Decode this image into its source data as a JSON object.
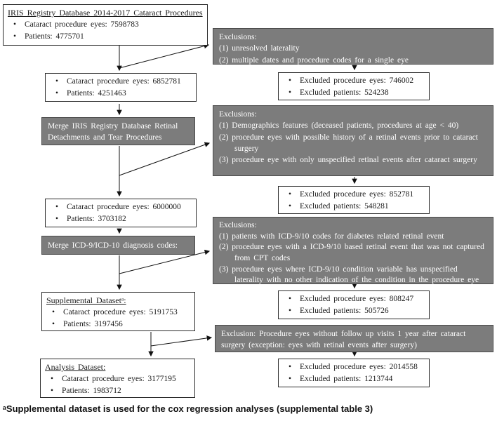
{
  "colors": {
    "gray_box_fill": "#7c7c7c",
    "gray_box_text": "#ffffff",
    "line_color": "#111111",
    "white_box_border": "#2b2b2b"
  },
  "flow": {
    "step1": {
      "title": "IRIS Registry Database 2014-2017 Cataract Procedures",
      "bullets": [
        "Cataract procedure eyes: 7598783",
        "Patients: 4775701"
      ]
    },
    "step2": {
      "bullets": [
        "Cataract procedure eyes: 6852781",
        "Patients: 4251463"
      ]
    },
    "merge1": {
      "label": "Merge IRIS Registry Database Retinal Detachments and Tear Procedures"
    },
    "step3": {
      "bullets": [
        "Cataract procedure eyes: 6000000",
        "Patients: 3703182"
      ]
    },
    "merge2": {
      "label": "Merge ICD-9/ICD-10 diagnosis codes:"
    },
    "supplemental": {
      "title": "Supplemental Datasetᵃ:",
      "bullets": [
        "Cataract procedure eyes: 5191753",
        "Patients: 3197456"
      ]
    },
    "analysis": {
      "title": "Analysis Dataset:",
      "bullets": [
        "Cataract procedure eyes: 3177195",
        "Patients: 1983712"
      ]
    }
  },
  "exclusions": {
    "ex1": {
      "heading": "Exclusions:",
      "items": [
        "(1) unresolved laterality",
        "(2) multiple dates and procedure codes for a single eye"
      ]
    },
    "ex2": {
      "heading": "Exclusions:",
      "items": [
        "(1) Demographics features (deceased patients, procedures at age < 40)",
        "(2) procedure eyes with possible history of a retinal events prior to cataract surgery",
        "(3) procedure eye with only unspecified retinal events after cataract surgery"
      ]
    },
    "ex3": {
      "heading": "Exclusions:",
      "items": [
        "(1) patients with ICD-9/10 codes for diabetes related retinal event",
        "(2) procedure eyes with a ICD-9/10 based retinal event that was not captured from CPT codes",
        "(3) procedure eyes where ICD-9/10 condition variable has unspecified laterality with no other indication of the condition in the procedure eye"
      ]
    },
    "ex4": {
      "label": "Exclusion: Procedure eyes without follow up visits 1 year after cataract surgery (exception: eyes with retinal events after surgery)"
    }
  },
  "excluded": {
    "e1": {
      "bullets": [
        "Excluded procedure eyes: 746002",
        "Excluded patients: 524238"
      ]
    },
    "e2": {
      "bullets": [
        "Excluded procedure eyes: 852781",
        "Excluded patients: 548281"
      ]
    },
    "e3": {
      "bullets": [
        "Excluded procedure eyes: 808247",
        "Excluded patients: 505726"
      ]
    },
    "e4": {
      "bullets": [
        "Excluded procedure eyes: 2014558",
        "Excluded patients: 1213744"
      ]
    }
  },
  "footnote": "ᵃSupplemental dataset is used for the cox regression analyses (supplemental table 3)"
}
